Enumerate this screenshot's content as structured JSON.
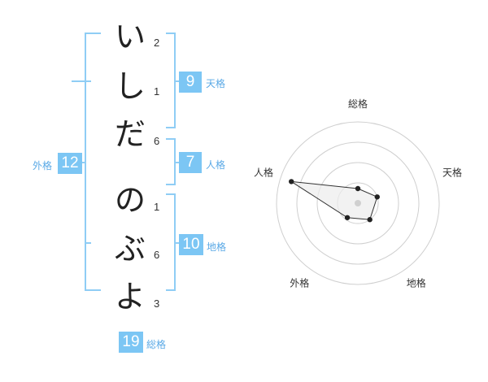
{
  "name": {
    "chars": [
      {
        "char": "い",
        "strokes": "2"
      },
      {
        "char": "し",
        "strokes": "1"
      },
      {
        "char": "だ",
        "strokes": "6"
      },
      {
        "char": "の",
        "strokes": "1"
      },
      {
        "char": "ぶ",
        "strokes": "6"
      },
      {
        "char": "よ",
        "strokes": "3"
      }
    ]
  },
  "kaku": {
    "tenkaku": {
      "value": "9",
      "label": "天格"
    },
    "jinkaku": {
      "value": "7",
      "label": "人格"
    },
    "chikaku": {
      "value": "10",
      "label": "地格"
    },
    "gaikaku": {
      "value": "12",
      "label": "外格"
    },
    "soukaku": {
      "value": "19",
      "label": "総格"
    }
  },
  "colors": {
    "accent": "#7cc6f4",
    "bracket": "#8fcdf5",
    "label": "#5aa9e6"
  },
  "chart_data": {
    "type": "radar",
    "axes": [
      "総格",
      "天格",
      "地格",
      "外格",
      "人格"
    ],
    "values": [
      0.18,
      0.25,
      0.25,
      0.22,
      0.86
    ],
    "rings": 4,
    "grid": true
  }
}
